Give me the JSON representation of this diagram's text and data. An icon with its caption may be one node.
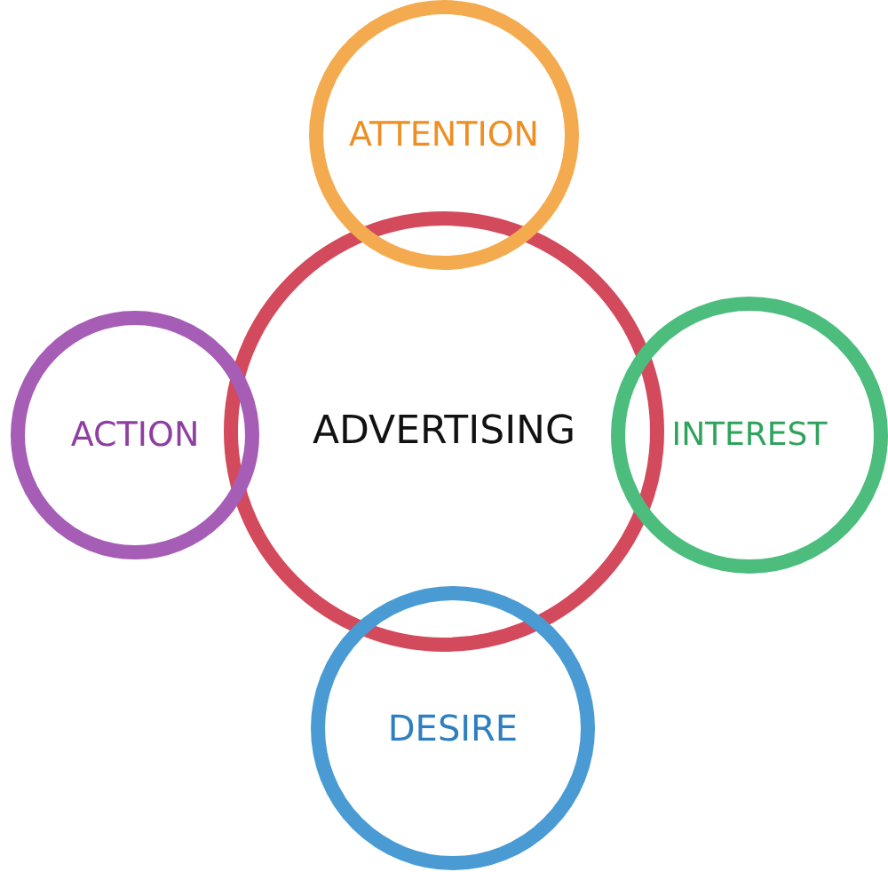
{
  "diagram": {
    "nodes": [
      {
        "text": [
          "ADVERTISING"
        ]
      },
      {
        "text": [
          "ATTENTION"
        ]
      },
      {
        "text": [
          "INTEREST"
        ]
      },
      {
        "text": [
          "DESIRE"
        ]
      },
      {
        "text": [
          "ACTION"
        ]
      }
    ]
  }
}
